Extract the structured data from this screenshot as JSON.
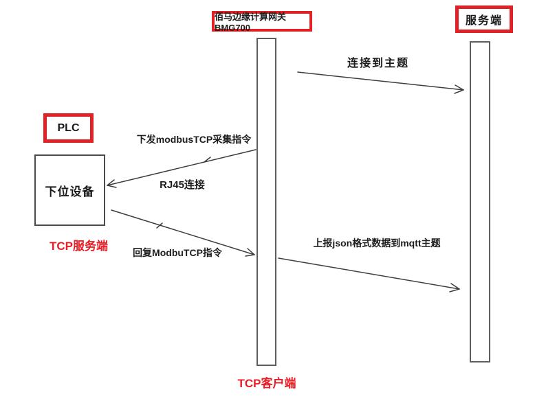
{
  "diagram": {
    "nodes": {
      "gateway": {
        "label": "佰马边缘计算网关BMG700"
      },
      "server": {
        "label": "服务端"
      },
      "plc": {
        "label": "PLC"
      },
      "device": {
        "label": "下位设备"
      },
      "device_role": {
        "label": "TCP服务端"
      },
      "gateway_role": {
        "label": "TCP客户端"
      }
    },
    "messages": [
      {
        "id": "connect-topic",
        "label": "连接到主题",
        "from": "gateway",
        "to": "server"
      },
      {
        "id": "send-modbus",
        "label": "下发modbusTCP采集指令",
        "from": "gateway",
        "to": "device"
      },
      {
        "id": "rj45-link",
        "label": "RJ45连接",
        "from": "gateway",
        "to": "device"
      },
      {
        "id": "reply-modbus",
        "label": "回复ModbuTCP指令",
        "from": "device",
        "to": "gateway"
      },
      {
        "id": "upload-json",
        "label": "上报json格式数据到mqtt主题",
        "from": "gateway",
        "to": "server"
      }
    ],
    "colors": {
      "accent_red": "#e02227",
      "label_red": "#ea1c24",
      "line_gray": "#3d3d3d"
    }
  }
}
